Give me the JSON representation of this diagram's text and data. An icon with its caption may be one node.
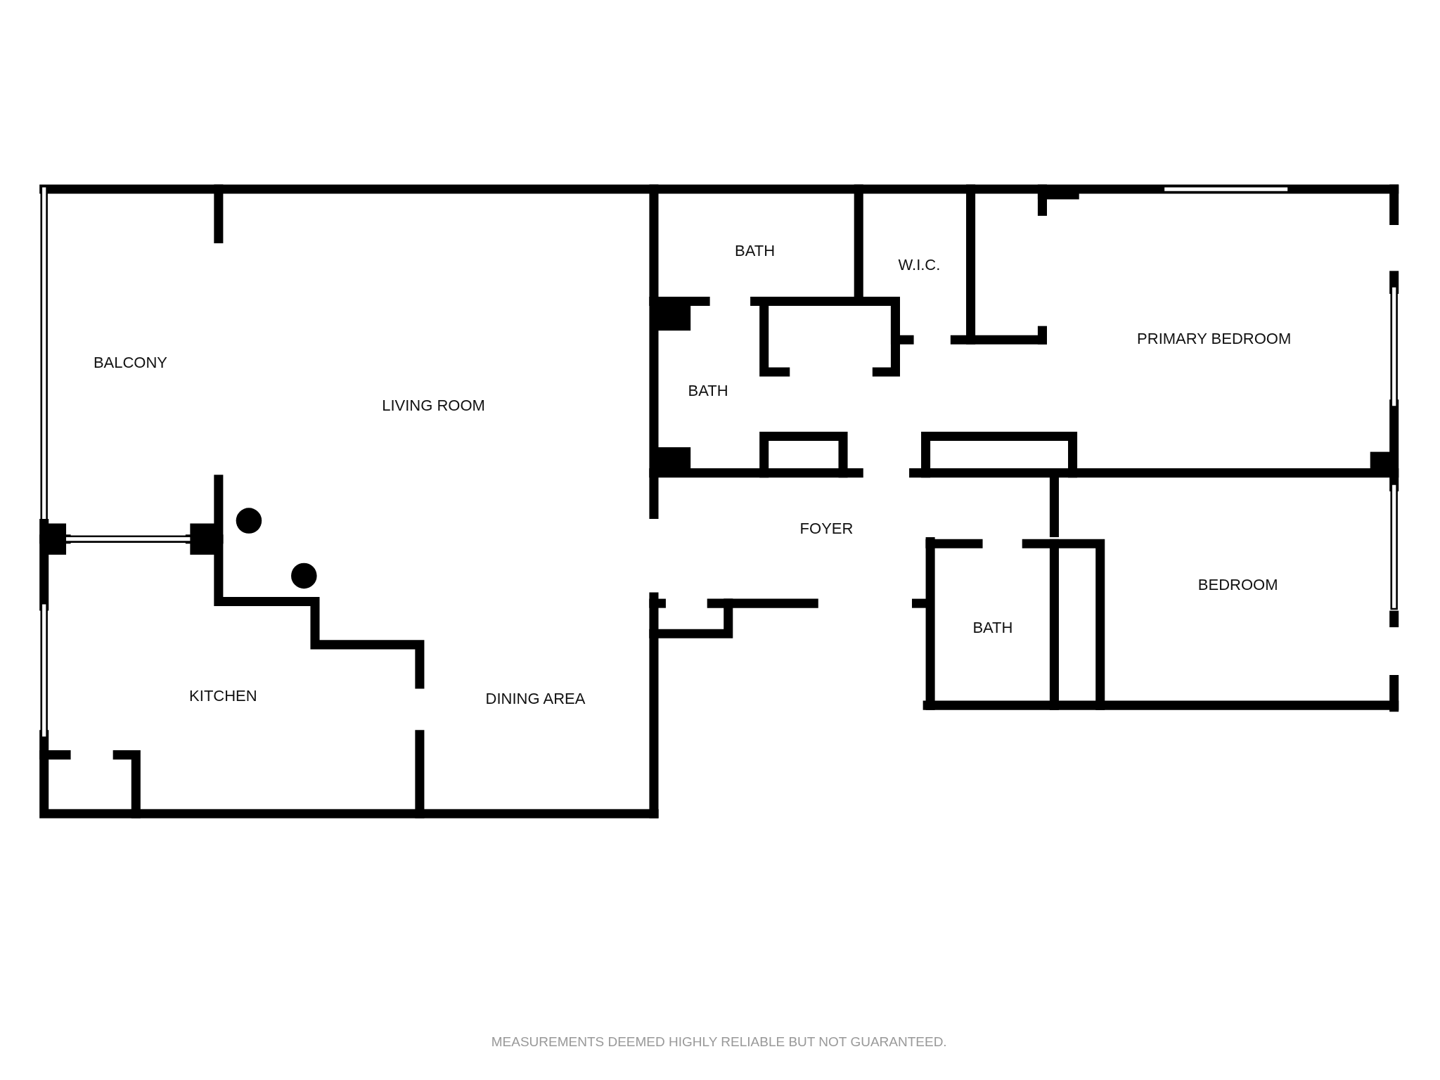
{
  "diagram": {
    "labels": [
      "BATH",
      "W.I.C.",
      "BALCONY",
      "PRIMARY BEDROOM",
      "BATH",
      "LIVING ROOM",
      "FOYER",
      "BEDROOM",
      "BATH",
      "KITCHEN",
      "DINING AREA",
      "MEASUREMENTS DEEMED HIGHLY RELIABLE BUT NOT GUARANTEED."
    ]
  }
}
